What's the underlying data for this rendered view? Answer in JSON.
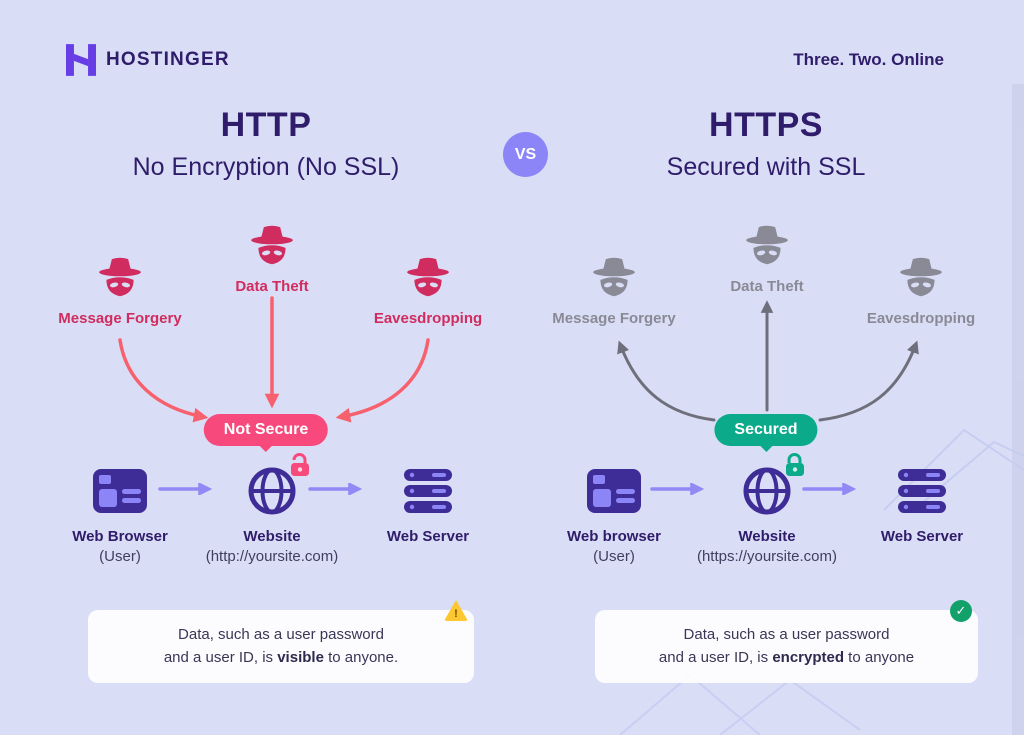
{
  "header": {
    "brand": "HOSTINGER",
    "tagline": "Three. Two. Online"
  },
  "vs": "VS",
  "http": {
    "title": "HTTP",
    "subtitle": "No Encryption (No SSL)",
    "threats": [
      {
        "label": "Message Forgery"
      },
      {
        "label": "Data Theft"
      },
      {
        "label": "Eavesdropping"
      }
    ],
    "badge": "Not Secure",
    "flow": {
      "browser": {
        "label": "Web Browser",
        "sub": "(User)"
      },
      "website": {
        "label": "Website",
        "sub": "(http://yoursite.com)"
      },
      "server": {
        "label": "Web Server"
      }
    },
    "note": {
      "line1": "Data, such as a user password",
      "line2_pre": "and a user ID, is ",
      "line2_bold": "visible",
      "line2_post": " to anyone.",
      "icon_glyph": "!"
    }
  },
  "https": {
    "title": "HTTPS",
    "subtitle": "Secured with SSL",
    "threats": [
      {
        "label": "Message Forgery"
      },
      {
        "label": "Data Theft"
      },
      {
        "label": "Eavesdropping"
      }
    ],
    "badge": "Secured",
    "flow": {
      "browser": {
        "label": "Web browser",
        "sub": "(User)"
      },
      "website": {
        "label": "Website",
        "sub": "(https://yoursite.com)"
      },
      "server": {
        "label": "Web Server"
      }
    },
    "note": {
      "line1": "Data, such as a user password",
      "line2_pre": "and a user ID, is ",
      "line2_bold": "encrypted",
      "line2_post": " to anyone",
      "icon_glyph": "✓"
    }
  },
  "colors": {
    "background": "#d9def6",
    "heading": "#2f1c6a",
    "brand_purple": "#673de6",
    "threat_red": "#d12c5f",
    "arrow_red": "#f7606d",
    "badge_not_secure": "#f8497c",
    "badge_secured": "#0aaa8a",
    "threat_gray": "#8a8a96",
    "arrow_gray": "#6f6f7c",
    "icon_purple_dark": "#3e2d96",
    "icon_purple_light": "#8c85f8",
    "flow_arrow": "#918af5",
    "vs_circle": "#8c85f8",
    "warning_yellow": "#fdc731",
    "check_green": "#12a06b",
    "note_bg": "#ffffff"
  }
}
